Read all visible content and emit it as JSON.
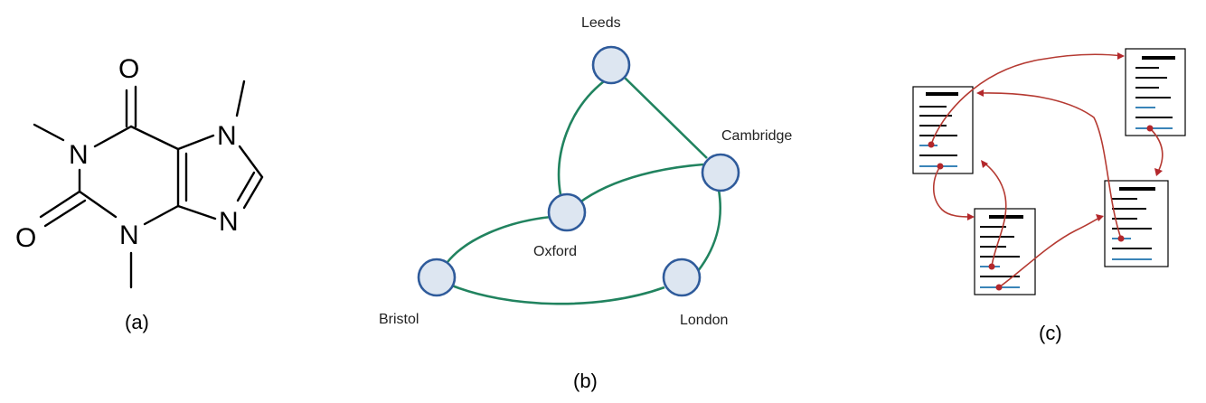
{
  "panels": {
    "a": {
      "caption": "(a)",
      "atoms": {
        "o_top": "O",
        "o_left": "O",
        "n1": "N",
        "n3": "N",
        "n7": "N",
        "n9": "N"
      }
    },
    "b": {
      "caption": "(b)",
      "nodes": [
        "Leeds",
        "Cambridge",
        "Oxford",
        "Bristol",
        "London"
      ],
      "edges": [
        [
          "Leeds",
          "Oxford"
        ],
        [
          "Leeds",
          "Cambridge"
        ],
        [
          "Oxford",
          "Cambridge"
        ],
        [
          "Oxford",
          "Bristol"
        ],
        [
          "Bristol",
          "London"
        ],
        [
          "London",
          "Cambridge"
        ]
      ],
      "colors": {
        "edge": "#21835f",
        "node_fill": "#dde6f1",
        "node_stroke": "#2f5b9b"
      }
    },
    "c": {
      "caption": "(c)",
      "colors": {
        "link": "#b53a32",
        "accent_line": "#3a84b8"
      }
    }
  }
}
